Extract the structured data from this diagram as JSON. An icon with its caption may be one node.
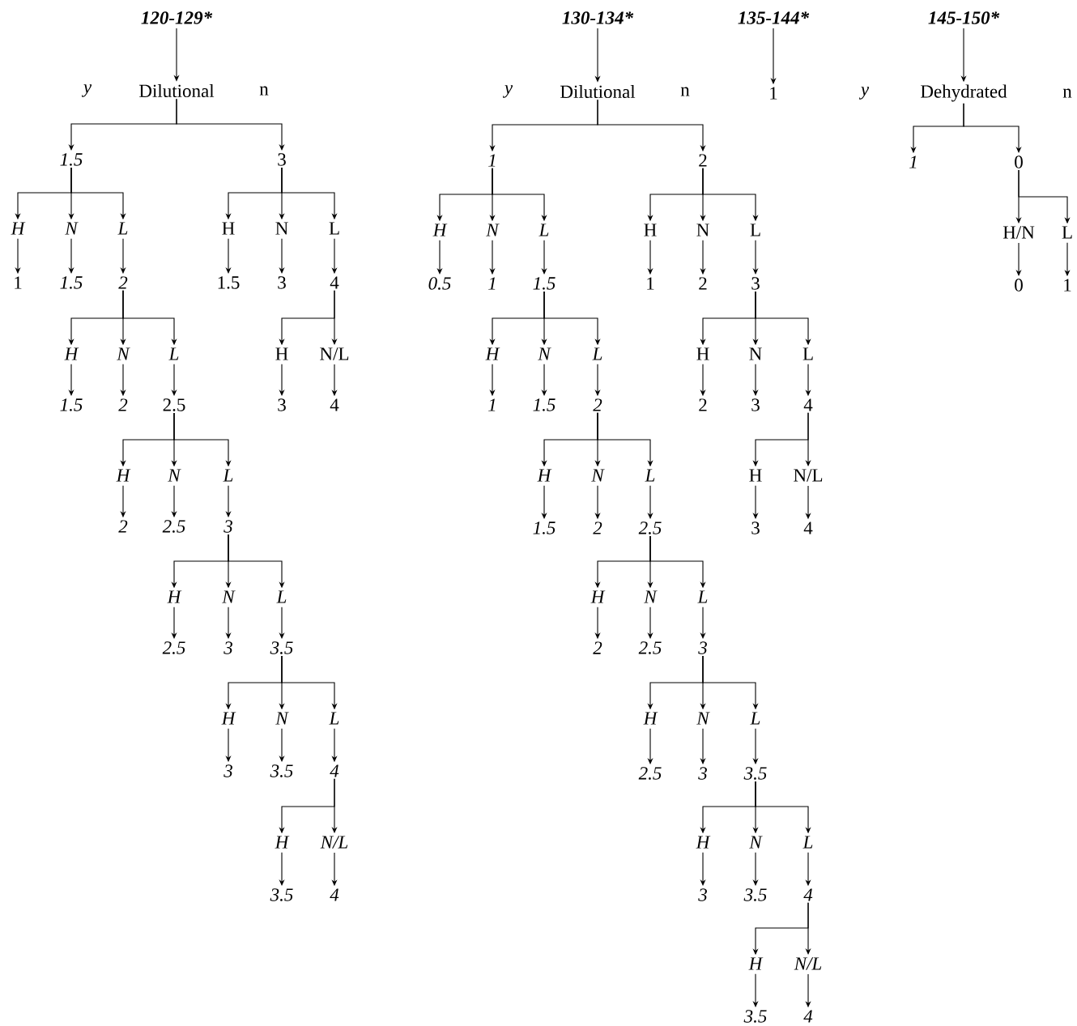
{
  "diagram": {
    "nodes": [
      {
        "text": [
          "120-129*"
        ]
      },
      {
        "text": [
          "Dilutional"
        ],
        "beside": [
          "y",
          "n"
        ]
      },
      {
        "text": [
          "1.5"
        ]
      },
      {
        "text": [
          "H"
        ]
      },
      {
        "text": [
          "N"
        ]
      },
      {
        "text": [
          "L"
        ]
      },
      {
        "text": [
          "1"
        ]
      },
      {
        "text": [
          "1.5"
        ]
      },
      {
        "text": [
          "2"
        ]
      },
      {
        "text": [
          "H"
        ]
      },
      {
        "text": [
          "N"
        ]
      },
      {
        "text": [
          "L"
        ]
      },
      {
        "text": [
          "1.5"
        ]
      },
      {
        "text": [
          "2"
        ]
      },
      {
        "text": [
          "2.5"
        ]
      },
      {
        "text": [
          "H"
        ]
      },
      {
        "text": [
          "N"
        ]
      },
      {
        "text": [
          "L"
        ]
      },
      {
        "text": [
          "2"
        ]
      },
      {
        "text": [
          "2.5"
        ]
      },
      {
        "text": [
          "3"
        ]
      },
      {
        "text": [
          "H"
        ]
      },
      {
        "text": [
          "N"
        ]
      },
      {
        "text": [
          "L"
        ]
      },
      {
        "text": [
          "2.5"
        ]
      },
      {
        "text": [
          "3"
        ]
      },
      {
        "text": [
          "3.5"
        ]
      },
      {
        "text": [
          "H"
        ]
      },
      {
        "text": [
          "N"
        ]
      },
      {
        "text": [
          "L"
        ]
      },
      {
        "text": [
          "3"
        ]
      },
      {
        "text": [
          "3.5"
        ]
      },
      {
        "text": [
          "4"
        ]
      },
      {
        "text": [
          "H"
        ]
      },
      {
        "text": [
          "N/L"
        ]
      },
      {
        "text": [
          "3.5"
        ]
      },
      {
        "text": [
          "4"
        ]
      },
      {
        "text": [
          "3"
        ]
      },
      {
        "text": [
          "H"
        ]
      },
      {
        "text": [
          "N"
        ]
      },
      {
        "text": [
          "L"
        ]
      },
      {
        "text": [
          "1.5"
        ]
      },
      {
        "text": [
          "3"
        ]
      },
      {
        "text": [
          "4"
        ]
      },
      {
        "text": [
          "H"
        ]
      },
      {
        "text": [
          "N/L"
        ]
      },
      {
        "text": [
          "3"
        ]
      },
      {
        "text": [
          "4"
        ]
      },
      {
        "text": [
          "130-134*"
        ]
      },
      {
        "text": [
          "Dilutional"
        ],
        "beside": [
          "y",
          "n"
        ]
      },
      {
        "text": [
          "1"
        ]
      },
      {
        "text": [
          "H"
        ]
      },
      {
        "text": [
          "N"
        ]
      },
      {
        "text": [
          "L"
        ]
      },
      {
        "text": [
          "0.5"
        ]
      },
      {
        "text": [
          "1"
        ]
      },
      {
        "text": [
          "1.5"
        ]
      },
      {
        "text": [
          "H"
        ]
      },
      {
        "text": [
          "N"
        ]
      },
      {
        "text": [
          "L"
        ]
      },
      {
        "text": [
          "1"
        ]
      },
      {
        "text": [
          "1.5"
        ]
      },
      {
        "text": [
          "2"
        ]
      },
      {
        "text": [
          "H"
        ]
      },
      {
        "text": [
          "N"
        ]
      },
      {
        "text": [
          "L"
        ]
      },
      {
        "text": [
          "1.5"
        ]
      },
      {
        "text": [
          "2"
        ]
      },
      {
        "text": [
          "2.5"
        ]
      },
      {
        "text": [
          "H"
        ]
      },
      {
        "text": [
          "N"
        ]
      },
      {
        "text": [
          "L"
        ]
      },
      {
        "text": [
          "2"
        ]
      },
      {
        "text": [
          "2.5"
        ]
      },
      {
        "text": [
          "3"
        ]
      },
      {
        "text": [
          "H"
        ]
      },
      {
        "text": [
          "N"
        ]
      },
      {
        "text": [
          "L"
        ]
      },
      {
        "text": [
          "2.5"
        ]
      },
      {
        "text": [
          "3"
        ]
      },
      {
        "text": [
          "3.5"
        ]
      },
      {
        "text": [
          "H"
        ]
      },
      {
        "text": [
          "N"
        ]
      },
      {
        "text": [
          "L"
        ]
      },
      {
        "text": [
          "3"
        ]
      },
      {
        "text": [
          "3.5"
        ]
      },
      {
        "text": [
          "4"
        ]
      },
      {
        "text": [
          "H"
        ]
      },
      {
        "text": [
          "N/L"
        ]
      },
      {
        "text": [
          "3.5"
        ]
      },
      {
        "text": [
          "4"
        ]
      },
      {
        "text": [
          "2"
        ]
      },
      {
        "text": [
          "H"
        ]
      },
      {
        "text": [
          "N"
        ]
      },
      {
        "text": [
          "L"
        ]
      },
      {
        "text": [
          "1"
        ]
      },
      {
        "text": [
          "2"
        ]
      },
      {
        "text": [
          "3"
        ]
      },
      {
        "text": [
          "H"
        ]
      },
      {
        "text": [
          "N"
        ]
      },
      {
        "text": [
          "L"
        ]
      },
      {
        "text": [
          "2"
        ]
      },
      {
        "text": [
          "3"
        ]
      },
      {
        "text": [
          "4"
        ]
      },
      {
        "text": [
          "H"
        ]
      },
      {
        "text": [
          "N/L"
        ]
      },
      {
        "text": [
          "3"
        ]
      },
      {
        "text": [
          "4"
        ]
      },
      {
        "text": [
          "135-144*"
        ]
      },
      {
        "text": [
          "1"
        ]
      },
      {
        "text": [
          "145-150*"
        ]
      },
      {
        "text": [
          "Dehydrated"
        ],
        "beside": [
          "y",
          "n"
        ]
      },
      {
        "text": [
          "1"
        ]
      },
      {
        "text": [
          "0"
        ]
      },
      {
        "text": [
          "H/N"
        ]
      },
      {
        "text": [
          "L"
        ]
      },
      {
        "text": [
          "0"
        ]
      },
      {
        "text": [
          "1"
        ]
      }
    ],
    "edges": [
      {
        "from": 0,
        "to": 1,
        "arrow": "to"
      },
      {
        "from": 1,
        "to": 2,
        "arrow": "to"
      },
      {
        "from": 1,
        "to": 37,
        "arrow": "to"
      },
      {
        "from": 2,
        "to": 3,
        "arrow": "to"
      },
      {
        "from": 2,
        "to": 4,
        "arrow": "to"
      },
      {
        "from": 2,
        "to": 5,
        "arrow": "to"
      },
      {
        "from": 3,
        "to": 6,
        "arrow": "to"
      },
      {
        "from": 4,
        "to": 7,
        "arrow": "to"
      },
      {
        "from": 5,
        "to": 8,
        "arrow": "to"
      },
      {
        "from": 8,
        "to": 9,
        "arrow": "to"
      },
      {
        "from": 8,
        "to": 10,
        "arrow": "to"
      },
      {
        "from": 8,
        "to": 11,
        "arrow": "to"
      },
      {
        "from": 9,
        "to": 12,
        "arrow": "to"
      },
      {
        "from": 10,
        "to": 13,
        "arrow": "to"
      },
      {
        "from": 11,
        "to": 14,
        "arrow": "to"
      },
      {
        "from": 14,
        "to": 15,
        "arrow": "to"
      },
      {
        "from": 14,
        "to": 16,
        "arrow": "to"
      },
      {
        "from": 14,
        "to": 17,
        "arrow": "to"
      },
      {
        "from": 15,
        "to": 18,
        "arrow": "to"
      },
      {
        "from": 16,
        "to": 19,
        "arrow": "to"
      },
      {
        "from": 17,
        "to": 20,
        "arrow": "to"
      },
      {
        "from": 20,
        "to": 21,
        "arrow": "to"
      },
      {
        "from": 20,
        "to": 22,
        "arrow": "to"
      },
      {
        "from": 20,
        "to": 23,
        "arrow": "to"
      },
      {
        "from": 21,
        "to": 24,
        "arrow": "to"
      },
      {
        "from": 22,
        "to": 25,
        "arrow": "to"
      },
      {
        "from": 23,
        "to": 26,
        "arrow": "to"
      },
      {
        "from": 26,
        "to": 27,
        "arrow": "to"
      },
      {
        "from": 26,
        "to": 28,
        "arrow": "to"
      },
      {
        "from": 26,
        "to": 29,
        "arrow": "to"
      },
      {
        "from": 27,
        "to": 30,
        "arrow": "to"
      },
      {
        "from": 28,
        "to": 31,
        "arrow": "to"
      },
      {
        "from": 29,
        "to": 32,
        "arrow": "to"
      },
      {
        "from": 32,
        "to": 33,
        "arrow": "to"
      },
      {
        "from": 32,
        "to": 34,
        "arrow": "to"
      },
      {
        "from": 33,
        "to": 35,
        "arrow": "to"
      },
      {
        "from": 34,
        "to": 36,
        "arrow": "to"
      },
      {
        "from": 37,
        "to": 38,
        "arrow": "to"
      },
      {
        "from": 37,
        "to": 39,
        "arrow": "to"
      },
      {
        "from": 37,
        "to": 40,
        "arrow": "to"
      },
      {
        "from": 38,
        "to": 41,
        "arrow": "to"
      },
      {
        "from": 39,
        "to": 42,
        "arrow": "to"
      },
      {
        "from": 40,
        "to": 43,
        "arrow": "to"
      },
      {
        "from": 43,
        "to": 44,
        "arrow": "to"
      },
      {
        "from": 43,
        "to": 45,
        "arrow": "to"
      },
      {
        "from": 44,
        "to": 46,
        "arrow": "to"
      },
      {
        "from": 45,
        "to": 47,
        "arrow": "to"
      },
      {
        "from": 48,
        "to": 49,
        "arrow": "to"
      },
      {
        "from": 49,
        "to": 50,
        "arrow": "to"
      },
      {
        "from": 49,
        "to": 91,
        "arrow": "to"
      },
      {
        "from": 50,
        "to": 51,
        "arrow": "to"
      },
      {
        "from": 50,
        "to": 52,
        "arrow": "to"
      },
      {
        "from": 50,
        "to": 53,
        "arrow": "to"
      },
      {
        "from": 51,
        "to": 54,
        "arrow": "to"
      },
      {
        "from": 52,
        "to": 55,
        "arrow": "to"
      },
      {
        "from": 53,
        "to": 56,
        "arrow": "to"
      },
      {
        "from": 56,
        "to": 57,
        "arrow": "to"
      },
      {
        "from": 56,
        "to": 58,
        "arrow": "to"
      },
      {
        "from": 56,
        "to": 59,
        "arrow": "to"
      },
      {
        "from": 57,
        "to": 60,
        "arrow": "to"
      },
      {
        "from": 58,
        "to": 61,
        "arrow": "to"
      },
      {
        "from": 59,
        "to": 62,
        "arrow": "to"
      },
      {
        "from": 62,
        "to": 63,
        "arrow": "to"
      },
      {
        "from": 62,
        "to": 64,
        "arrow": "to"
      },
      {
        "from": 62,
        "to": 65,
        "arrow": "to"
      },
      {
        "from": 63,
        "to": 66,
        "arrow": "to"
      },
      {
        "from": 64,
        "to": 67,
        "arrow": "to"
      },
      {
        "from": 65,
        "to": 68,
        "arrow": "to"
      },
      {
        "from": 68,
        "to": 69,
        "arrow": "to"
      },
      {
        "from": 68,
        "to": 70,
        "arrow": "to"
      },
      {
        "from": 68,
        "to": 71,
        "arrow": "to"
      },
      {
        "from": 69,
        "to": 72,
        "arrow": "to"
      },
      {
        "from": 70,
        "to": 73,
        "arrow": "to"
      },
      {
        "from": 71,
        "to": 74,
        "arrow": "to"
      },
      {
        "from": 74,
        "to": 75,
        "arrow": "to"
      },
      {
        "from": 74,
        "to": 76,
        "arrow": "to"
      },
      {
        "from": 74,
        "to": 77,
        "arrow": "to"
      },
      {
        "from": 75,
        "to": 78,
        "arrow": "to"
      },
      {
        "from": 76,
        "to": 79,
        "arrow": "to"
      },
      {
        "from": 77,
        "to": 80,
        "arrow": "to"
      },
      {
        "from": 80,
        "to": 81,
        "arrow": "to"
      },
      {
        "from": 80,
        "to": 82,
        "arrow": "to"
      },
      {
        "from": 80,
        "to": 83,
        "arrow": "to"
      },
      {
        "from": 81,
        "to": 84,
        "arrow": "to"
      },
      {
        "from": 82,
        "to": 85,
        "arrow": "to"
      },
      {
        "from": 83,
        "to": 86,
        "arrow": "to"
      },
      {
        "from": 86,
        "to": 87,
        "arrow": "to"
      },
      {
        "from": 86,
        "to": 88,
        "arrow": "to"
      },
      {
        "from": 87,
        "to": 89,
        "arrow": "to"
      },
      {
        "from": 88,
        "to": 90,
        "arrow": "to"
      },
      {
        "from": 91,
        "to": 92,
        "arrow": "to"
      },
      {
        "from": 91,
        "to": 93,
        "arrow": "to"
      },
      {
        "from": 91,
        "to": 94,
        "arrow": "to"
      },
      {
        "from": 92,
        "to": 95,
        "arrow": "to"
      },
      {
        "from": 93,
        "to": 96,
        "arrow": "to"
      },
      {
        "from": 94,
        "to": 97,
        "arrow": "to"
      },
      {
        "from": 97,
        "to": 98,
        "arrow": "to"
      },
      {
        "from": 97,
        "to": 99,
        "arrow": "to"
      },
      {
        "from": 97,
        "to": 100,
        "arrow": "to"
      },
      {
        "from": 98,
        "to": 101,
        "arrow": "to"
      },
      {
        "from": 99,
        "to": 102,
        "arrow": "to"
      },
      {
        "from": 100,
        "to": 103,
        "arrow": "to"
      },
      {
        "from": 103,
        "to": 104,
        "arrow": "to"
      },
      {
        "from": 103,
        "to": 105,
        "arrow": "to"
      },
      {
        "from": 104,
        "to": 106,
        "arrow": "to"
      },
      {
        "from": 105,
        "to": 107,
        "arrow": "to"
      },
      {
        "from": 108,
        "to": 109,
        "arrow": "to"
      },
      {
        "from": 110,
        "to": 111,
        "arrow": "to"
      },
      {
        "from": 111,
        "to": 112,
        "arrow": "to"
      },
      {
        "from": 111,
        "to": 113,
        "arrow": "to"
      },
      {
        "from": 113,
        "to": 114,
        "arrow": "to"
      },
      {
        "from": 113,
        "to": 115,
        "arrow": "to"
      },
      {
        "from": 114,
        "to": 116,
        "arrow": "to"
      },
      {
        "from": 115,
        "to": 117,
        "arrow": "to"
      }
    ]
  }
}
